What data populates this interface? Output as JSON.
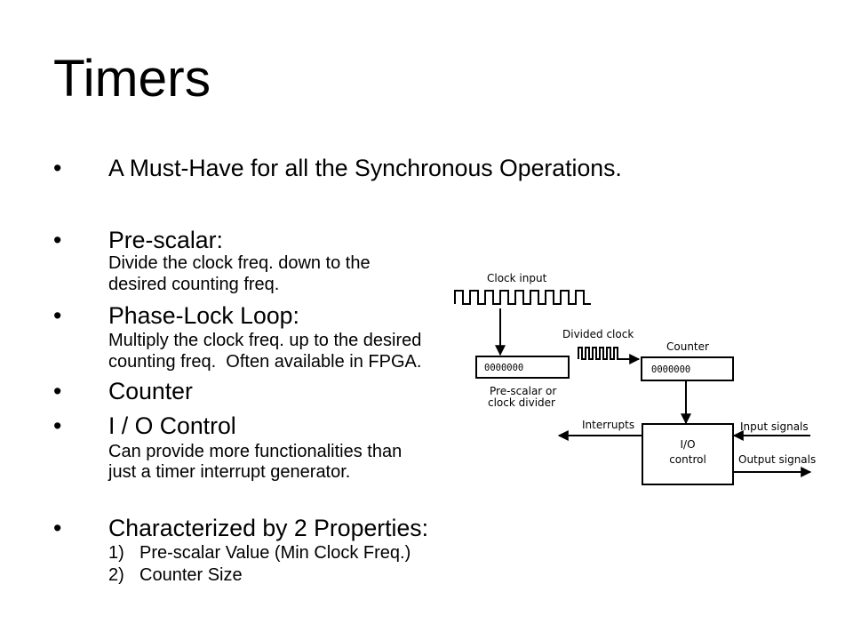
{
  "title": "Timers",
  "bullet_marker": "•",
  "bullets": [
    {
      "text": "A Must-Have for all the Synchronous Operations."
    },
    {
      "text": "Pre-scalar:",
      "sub": [
        "Divide the clock freq. down to the",
        "desired counting freq."
      ]
    },
    {
      "text": "Phase-Lock Loop:",
      "sub": [
        "Multiply the clock freq. up to the desired",
        "counting freq.  Often available in FPGA."
      ]
    },
    {
      "text": "Counter"
    },
    {
      "text": "I / O Control",
      "sub": [
        "Can provide more functionalities than",
        "just a timer interrupt generator."
      ]
    },
    {
      "text": "Characterized by 2 Properties:",
      "numbered": [
        {
          "num": "1)",
          "text": "Pre-scalar Value (Min Clock Freq.)"
        },
        {
          "num": "2)",
          "text": "Counter Size"
        }
      ]
    }
  ],
  "diagram": {
    "clock_input": "Clock input",
    "divided_clock": "Divided clock",
    "counter": "Counter",
    "prescalar_value": "0000000",
    "counter_value": "0000000",
    "prescalar_caption": [
      "Pre-scalar or",
      "clock divider"
    ],
    "io_label": [
      "I/O",
      "control"
    ],
    "interrupts": "Interrupts",
    "input_signals": "Input signals",
    "output_signals": "Output signals"
  }
}
